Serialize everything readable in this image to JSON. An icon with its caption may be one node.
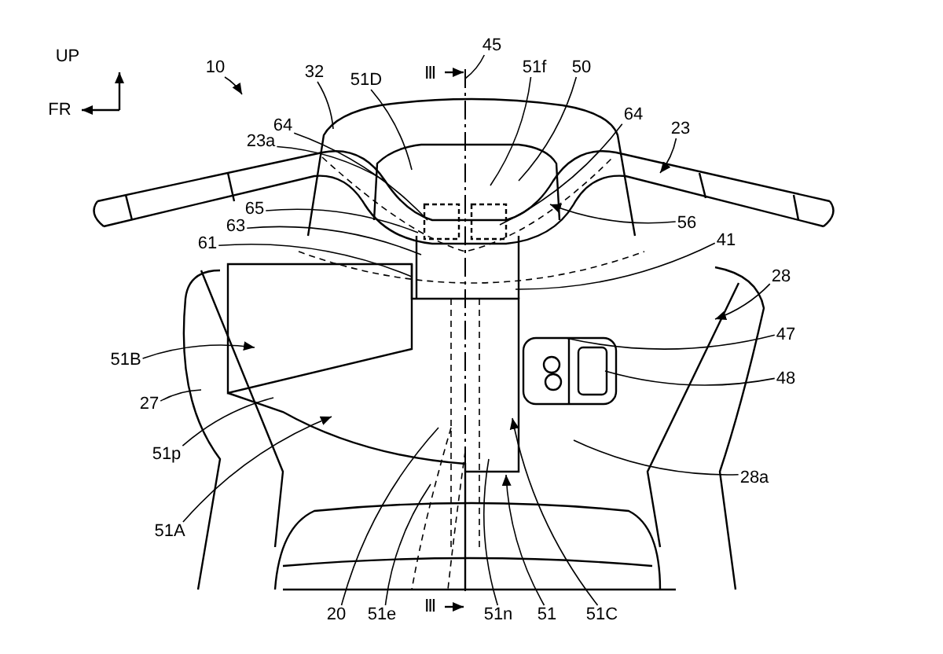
{
  "diagram": {
    "nodes": [
      {
        "text": [
          "45"
        ]
      },
      {
        "text": [
          "10"
        ]
      },
      {
        "text": [
          "51f"
        ]
      },
      {
        "text": [
          "50"
        ]
      },
      {
        "text": [
          "32"
        ]
      },
      {
        "text": [
          "51D"
        ]
      },
      {
        "text": [
          "64"
        ]
      },
      {
        "text": [
          "64"
        ]
      },
      {
        "text": [
          "23"
        ]
      },
      {
        "text": [
          "23a"
        ]
      },
      {
        "text": [
          "65"
        ]
      },
      {
        "text": [
          "56"
        ]
      },
      {
        "text": [
          "63"
        ]
      },
      {
        "text": [
          "41"
        ]
      },
      {
        "text": [
          "61"
        ]
      },
      {
        "text": [
          "28"
        ]
      },
      {
        "text": [
          "47"
        ]
      },
      {
        "text": [
          "51B"
        ]
      },
      {
        "text": [
          "48"
        ]
      },
      {
        "text": [
          "27"
        ]
      },
      {
        "text": [
          "51p"
        ]
      },
      {
        "text": [
          "28a"
        ]
      },
      {
        "text": [
          "51A"
        ]
      },
      {
        "text": [
          "20"
        ]
      },
      {
        "text": [
          "51e"
        ]
      },
      {
        "text": [
          "51n"
        ]
      },
      {
        "text": [
          "51"
        ]
      },
      {
        "text": [
          "51C"
        ]
      },
      {
        "text": [],
        "shape": "line"
      }
    ],
    "edges": [
      {
        "from": 0,
        "to": 28,
        "arrow": "none"
      },
      {
        "from": 1,
        "to": null,
        "arrow": "to"
      },
      {
        "from": 2,
        "to": null,
        "arrow": "none"
      },
      {
        "from": 3,
        "to": null,
        "arrow": "none"
      },
      {
        "from": 4,
        "to": null,
        "arrow": "none"
      },
      {
        "from": 5,
        "to": null,
        "arrow": "none"
      },
      {
        "from": 6,
        "to": null,
        "arrow": "none"
      },
      {
        "from": 7,
        "to": null,
        "arrow": "none"
      },
      {
        "from": 8,
        "to": null,
        "arrow": "to"
      },
      {
        "from": 9,
        "to": null,
        "arrow": "none"
      },
      {
        "from": 10,
        "to": null,
        "arrow": "none"
      },
      {
        "from": 11,
        "to": null,
        "arrow": "to"
      },
      {
        "from": 12,
        "to": null,
        "arrow": "none"
      },
      {
        "from": 13,
        "to": null,
        "arrow": "none"
      },
      {
        "from": 14,
        "to": null,
        "arrow": "none"
      },
      {
        "from": 15,
        "to": null,
        "arrow": "to"
      },
      {
        "from": 16,
        "to": null,
        "arrow": "none"
      },
      {
        "from": 17,
        "to": null,
        "arrow": "to"
      },
      {
        "from": 18,
        "to": null,
        "arrow": "none"
      },
      {
        "from": 19,
        "to": null,
        "arrow": "none"
      },
      {
        "from": 20,
        "to": null,
        "arrow": "none"
      },
      {
        "from": 21,
        "to": null,
        "arrow": "none"
      },
      {
        "from": 22,
        "to": null,
        "arrow": "to"
      },
      {
        "from": 23,
        "to": null,
        "arrow": "none"
      },
      {
        "from": 24,
        "to": null,
        "arrow": "none"
      },
      {
        "from": 25,
        "to": null,
        "arrow": "none"
      },
      {
        "from": 26,
        "to": null,
        "arrow": "to"
      },
      {
        "from": 27,
        "to": null,
        "arrow": "to"
      }
    ],
    "labels": [
      "UP",
      "Ⅲ",
      "FR",
      "Ⅲ"
    ]
  }
}
